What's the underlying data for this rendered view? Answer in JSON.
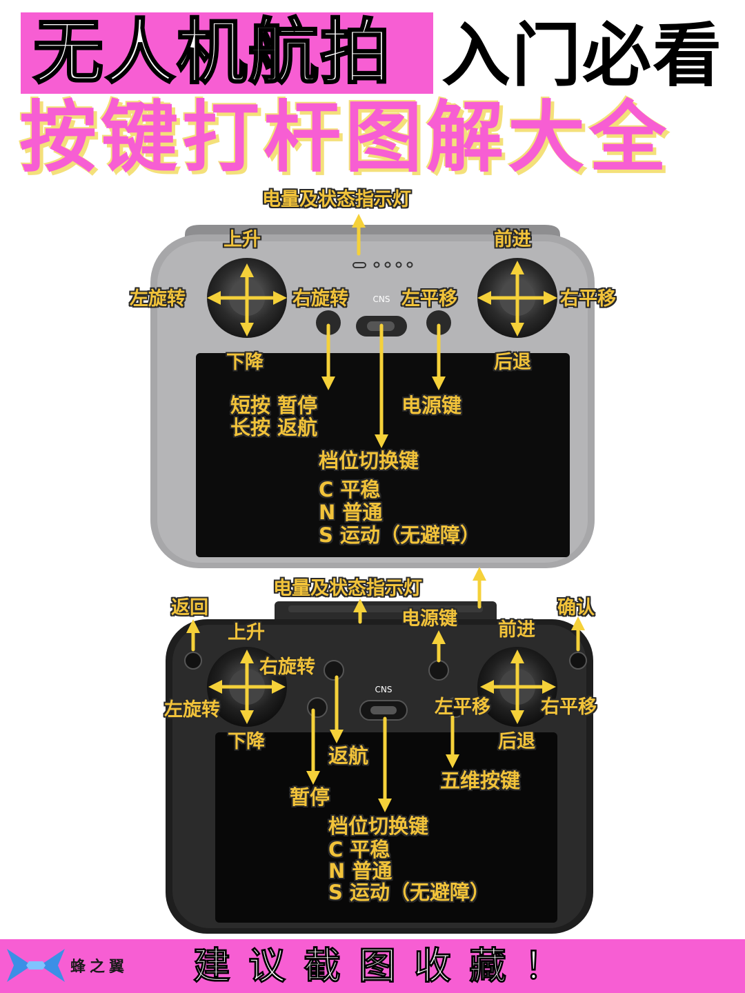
{
  "header": {
    "title_part1": "无人机航拍",
    "title_part2": "入门必看",
    "title_line2": "按键打杆图解大全"
  },
  "rc_top": {
    "battery_led": "电量及状态指示灯",
    "ascend": "上升",
    "descend": "下降",
    "rotate_left": "左旋转",
    "rotate_right": "右旋转",
    "forward": "前进",
    "backward": "后退",
    "pan_left": "左平移",
    "pan_right": "右平移",
    "pause_line1": "短按 暂停",
    "pause_line2": "长按 返航",
    "power": "电源键",
    "mode_switch": "档位切换键",
    "mode_c": "C 平稳",
    "mode_n": "N 普通",
    "mode_s": "S 运动（无避障）",
    "cns_label": "CNS"
  },
  "rc_bottom": {
    "battery_led": "电量及状态指示灯",
    "back": "返回",
    "confirm": "确认",
    "power": "电源键",
    "ascend": "上升",
    "descend": "下降",
    "rotate_left": "左旋转",
    "rotate_right": "右旋转",
    "forward": "前进",
    "backward": "后退",
    "pan_left": "左平移",
    "pan_right": "右平移",
    "rth": "返航",
    "pause": "暂停",
    "five_way": "五维按键",
    "mode_switch": "档位切换键",
    "mode_c": "C 平稳",
    "mode_n": "N 普通",
    "mode_s": "S 运动（无避障）",
    "cns_label": "CNS"
  },
  "footer": {
    "brand": "蜂之翼",
    "cta": "建议截图收藏！"
  },
  "colors": {
    "accent_pink": "#f75ed3",
    "label_yellow": "#f2c33a",
    "arrow_yellow": "#f5d13a"
  }
}
